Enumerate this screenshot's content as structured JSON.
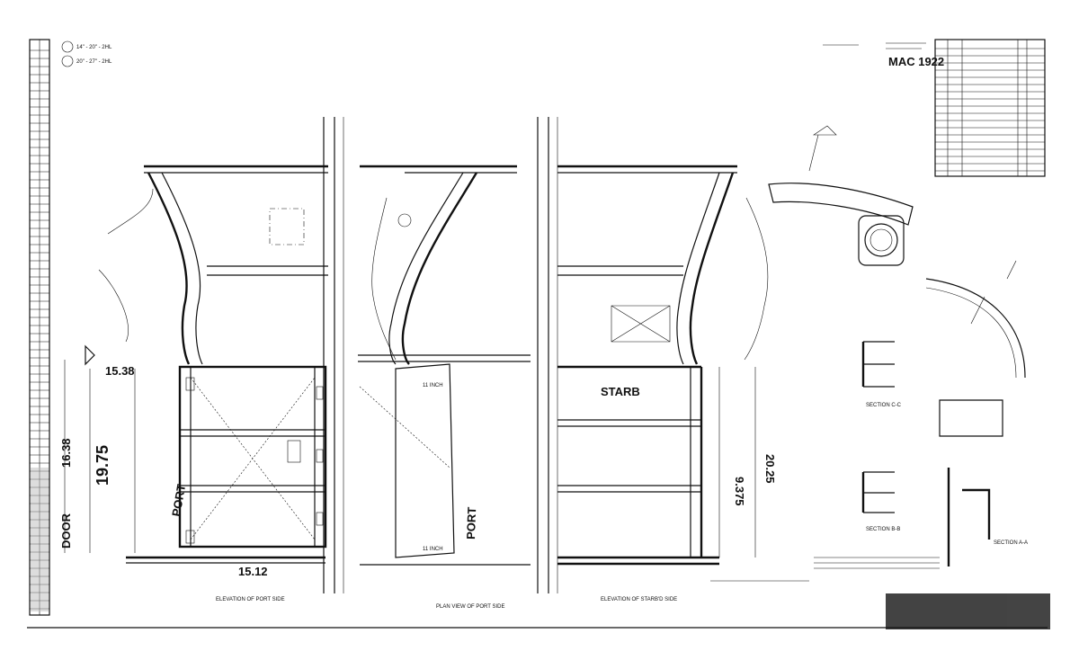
{
  "drawing": {
    "title": "MAC 1922",
    "header_notes": [
      "14\" - 20\" - 2HL",
      "20\" - 27\" - 2HL"
    ],
    "sides": {
      "port_label": "PORT",
      "port_plan_label": "PORT",
      "starb_label": "STARB",
      "door_label": "DOOR"
    },
    "dimensions": {
      "d_15_38": "15.38",
      "d_19_75": "19.75",
      "d_16_38": "16.38",
      "d_15_12": "15.12",
      "d_20_25": "20.25",
      "d_9_375": "9.375",
      "d_11_a": "11 INCH",
      "d_11_b": "11 INCH"
    },
    "captions": {
      "elev_port": "ELEVATION OF PORT SIDE",
      "plan_port": "PLAN VIEW OF PORT SIDE",
      "elev_starb": "ELEVATION OF STARB'D SIDE",
      "section_ac": "SECTION A-A",
      "section_bb": "SECTION B-B",
      "section_cc": "SECTION C-C"
    }
  }
}
